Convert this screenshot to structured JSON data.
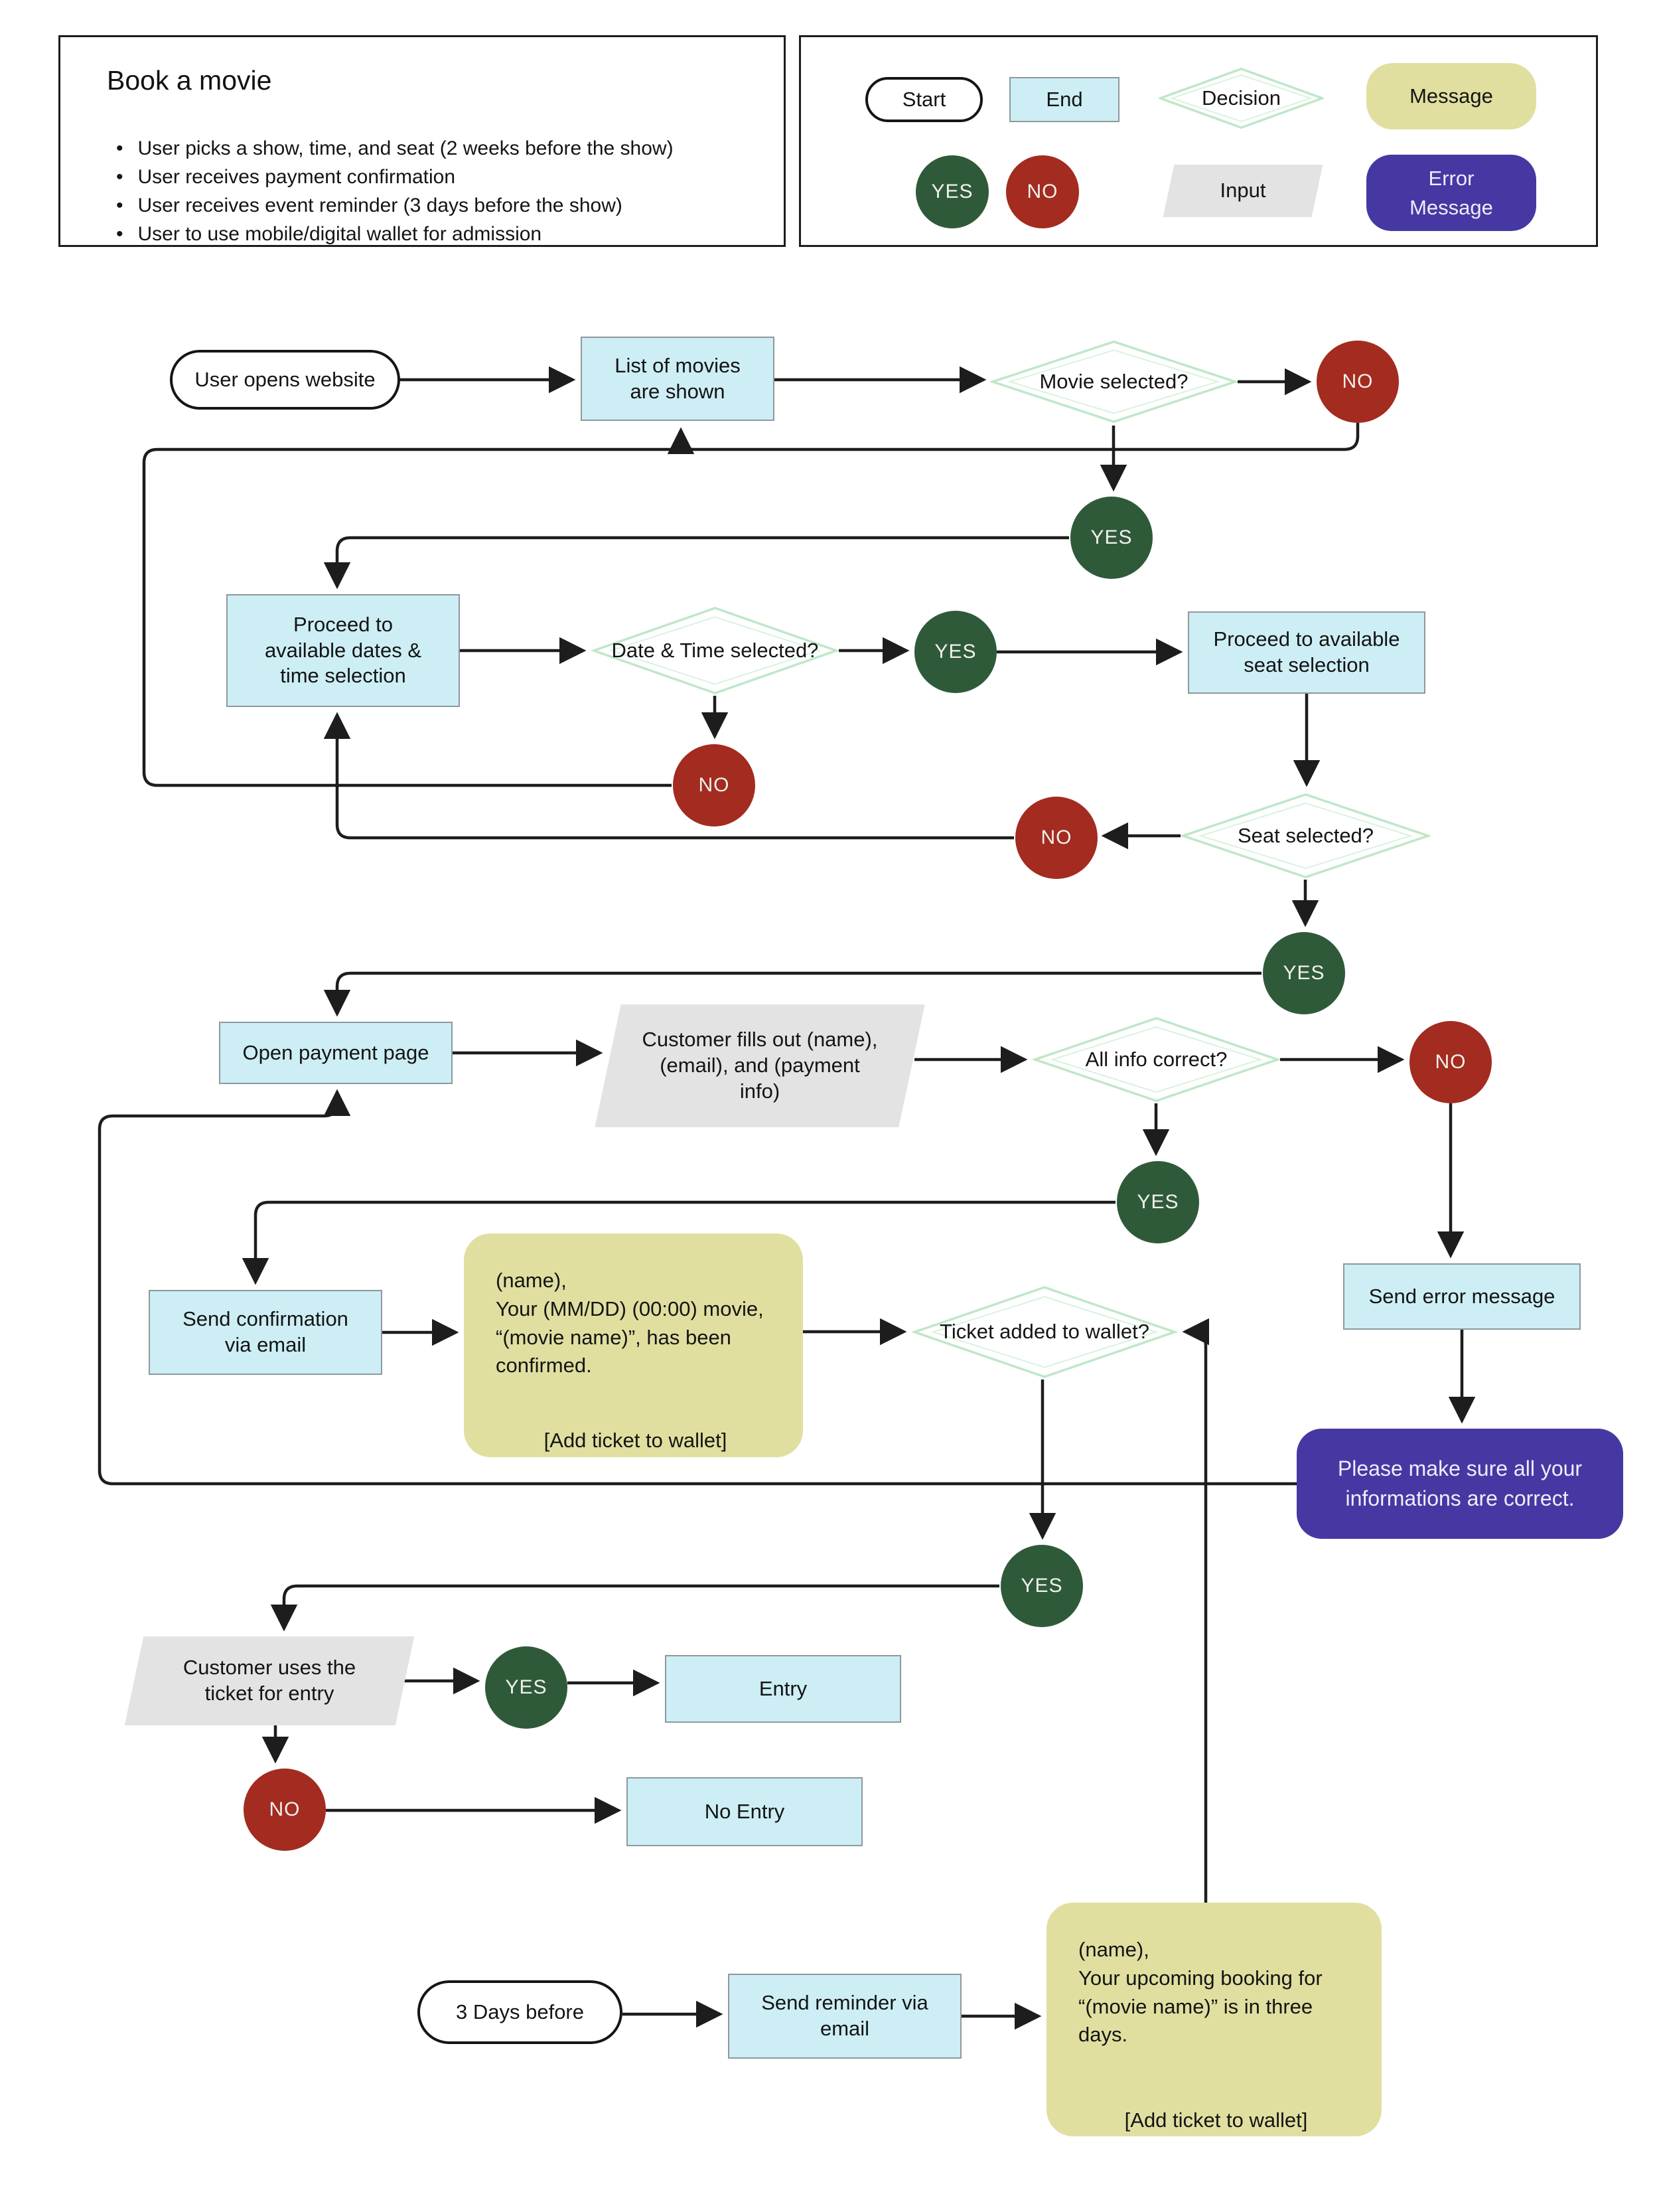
{
  "header": {
    "title": "Book a movie",
    "bullets": [
      "User picks a show, time, and seat (2 weeks before the show)",
      "User receives payment confirmation",
      "User receives event reminder (3 days before the show)",
      "User to use mobile/digital wallet for admission"
    ]
  },
  "legend": {
    "start": "Start",
    "end": "End",
    "decision": "Decision",
    "message": "Message",
    "input": "Input",
    "error_message": "Error Message"
  },
  "labels": {
    "yes": "YES",
    "no": "NO"
  },
  "nodes": {
    "start_website": "User opens website",
    "list_movies": "List of movies are shown",
    "movie_selected": "Movie selected?",
    "proceed_dates": "Proceed to available dates & time selection",
    "date_time_selected": "Date & Time selected?",
    "proceed_seats": "Proceed to available seat selection",
    "seat_selected": "Seat selected?",
    "open_payment": "Open payment page",
    "customer_fills": "Customer fills out (name),(email), and (payment info)",
    "all_info_correct": "All info correct?",
    "send_confirmation": "Send confirmation via email",
    "ticket_added": "Ticket added to wallet?",
    "send_error": "Send error message",
    "customer_uses_ticket": "Customer uses the ticket for entry",
    "entry": "Entry",
    "no_entry": "No Entry",
    "three_days_before": "3 Days before",
    "send_reminder": "Send reminder via email"
  },
  "messages": {
    "confirmation": {
      "body": "(name),\nYour (MM/DD) (00:00) movie, “(movie name)”, has been confirmed.",
      "action": "[Add ticket to wallet]"
    },
    "error": "Please make sure all your informations are correct.",
    "reminder": {
      "body": "(name),\nYour upcoming booking for “(movie name)” is in three days.",
      "action": "[Add ticket to wallet]"
    }
  },
  "colors": {
    "line": "#1d1d1d",
    "process_fill": "#cdeef5",
    "decision_stroke": "#bfe7c7",
    "yes_fill": "#2f5a3a",
    "no_fill": "#a32b20",
    "message_fill": "#e0dfa0",
    "error_fill": "#4638a3",
    "input_fill": "#e3e3e3"
  }
}
